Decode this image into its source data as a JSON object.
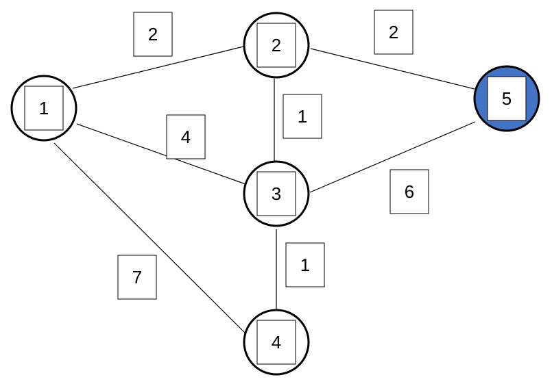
{
  "graph": {
    "colors": {
      "node_fill": "#ffffff",
      "highlight_fill": "#4472c4",
      "stroke": "#000000"
    },
    "nodes": [
      {
        "id": "1",
        "label": "1",
        "highlight": false
      },
      {
        "id": "2",
        "label": "2",
        "highlight": false
      },
      {
        "id": "3",
        "label": "3",
        "highlight": false
      },
      {
        "id": "4",
        "label": "4",
        "highlight": false
      },
      {
        "id": "5",
        "label": "5",
        "highlight": true
      }
    ],
    "edges": [
      {
        "from": "1",
        "to": "2",
        "weight": "2"
      },
      {
        "from": "2",
        "to": "5",
        "weight": "2"
      },
      {
        "from": "2",
        "to": "3",
        "weight": "1"
      },
      {
        "from": "1",
        "to": "3",
        "weight": "4"
      },
      {
        "from": "3",
        "to": "5",
        "weight": "6"
      },
      {
        "from": "3",
        "to": "4",
        "weight": "1"
      },
      {
        "from": "1",
        "to": "4",
        "weight": "7"
      }
    ]
  }
}
